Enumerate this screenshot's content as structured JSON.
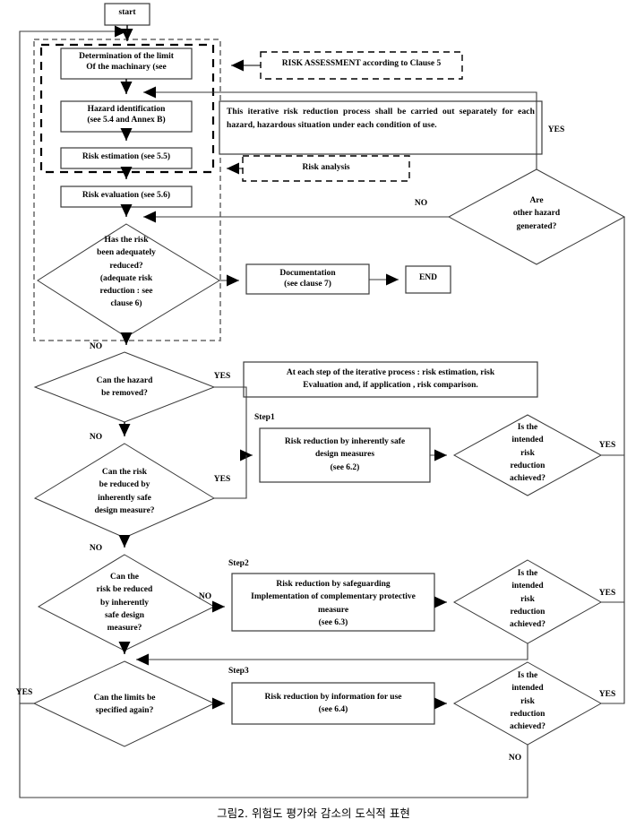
{
  "figure": {
    "caption": "그림2. 위험도 평가와 감소의 도식적 표현",
    "colors": {
      "stroke": "#3a3a3a",
      "dark": "#000000",
      "grey_dash": "#8a8a8a",
      "bg": "#ffffff"
    }
  },
  "nodes": {
    "start": "start",
    "determination": "Determination of the limit\nOf the machinary (see",
    "hazard_identification": "Hazard identification\n(see 5.4 and Annex B)",
    "risk_estimation": "Risk estimation (see 5.5)",
    "risk_evaluation": "Risk evaluation (see 5.6)",
    "has_risk_reduced": "Has the risk\nbeen adequately\nreduced?\n(adequate risk\nreduction : see\nclause 6)",
    "documentation": "Documentation\n(see clause 7)",
    "end": "END",
    "other_hazard": "Are\nother hazard\ngenerated?",
    "can_hazard_removed": "Can the hazard\nbe removed?",
    "can_risk_reduced_1": "Can the risk\nbe reduced by\ninherently safe\ndesign measure?",
    "can_risk_reduced_2": "Can the\nrisk be reduced\nby inherently\nsafe design\nmeasure?",
    "can_limits_specified": "Can the limits be\nspecified again?",
    "step1_box": "Risk reduction by inherently safe\ndesign measures\n(see 6.2)",
    "step2_box": "Risk reduction by safeguarding\nImplementation of complementary protective\nmeasure\n(see 6.3)",
    "step3_box": "Risk reduction by information for use\n(see 6.4)",
    "intended_1": "Is the\nintended\nrisk\nreduction\nachieved?",
    "intended_2": "Is the\nintended\nrisk\nreduction\nachieved?",
    "intended_3": "Is the\nintended\nrisk\nreduction\nachieved?"
  },
  "annotations": {
    "risk_assessment": "RISK ASSESSMENT according to Clause 5",
    "iterative_note": "This iterative risk reduction process shall be carried out separately for each hazard, hazardous situation under each condition of use.",
    "risk_analysis": "Risk analysis",
    "each_step_note": "At each step of the iterative process : risk estimation, risk\nEvaluation and, if application , risk comparison.",
    "step1": "Step1",
    "step2": "Step2",
    "step3": "Step3"
  },
  "edge_labels": {
    "yes_top_right": "YES",
    "no_other_hazard": "NO",
    "no_after_has_risk": "NO",
    "yes_hazard_removed": "YES",
    "no_hazard_removed": "NO",
    "yes_risk_reduced_1": "YES",
    "no_risk_reduced_1": "NO",
    "no_risk_reduced_2": "NO",
    "yes_step1_achieved": "YES",
    "yes_step2_achieved": "YES",
    "yes_step3_achieved": "YES",
    "no_step3_achieved": "NO",
    "yes_limits_left": "YES"
  }
}
